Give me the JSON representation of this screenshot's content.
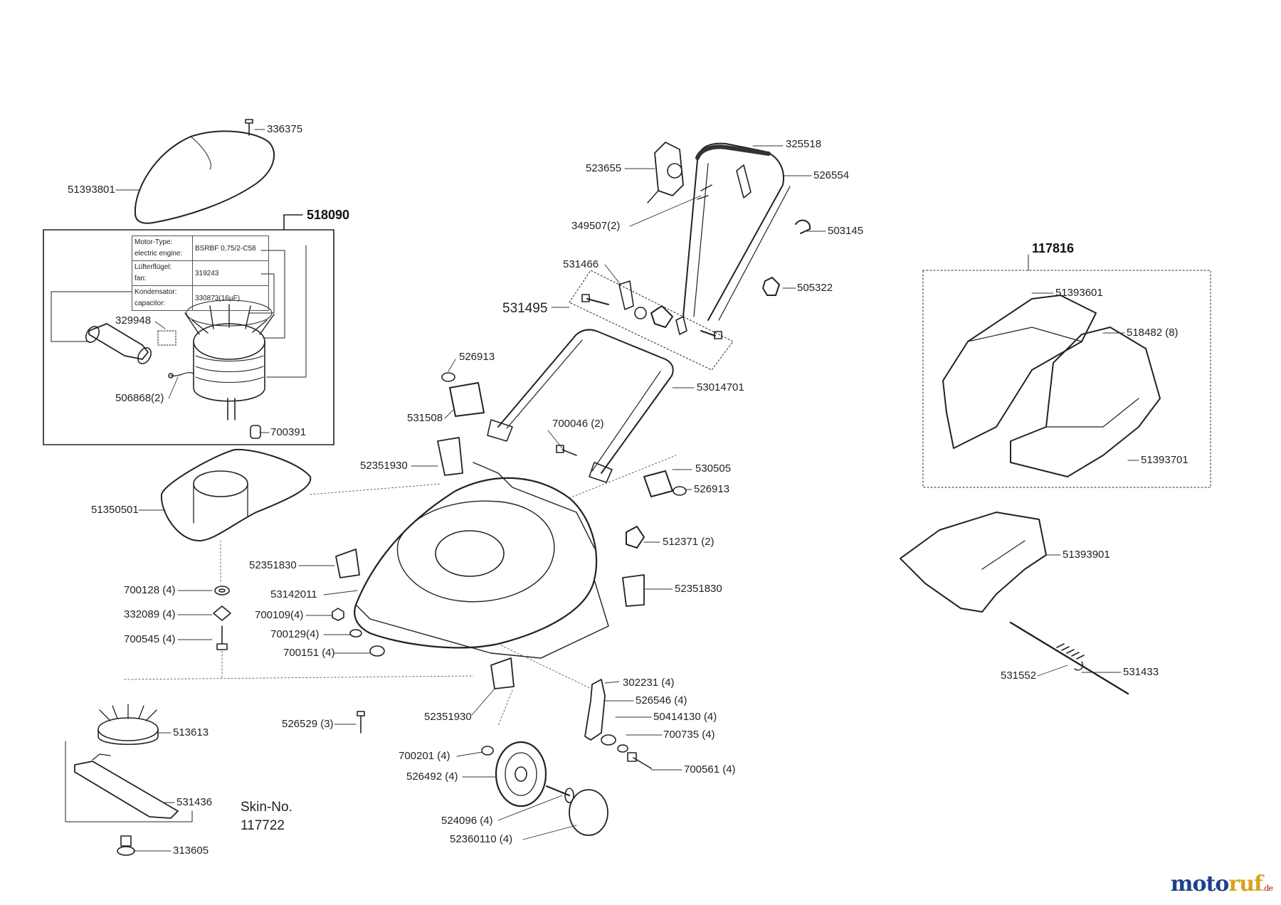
{
  "title": "",
  "assemblies": {
    "motor": "518090",
    "grass_box": "117816"
  },
  "motor_spec": [
    {
      "label": "Motor-Type:",
      "label2": "electric engine:",
      "value": "BSRBF 0,75/2-C58"
    },
    {
      "label": "Lüfterflügel:",
      "label2": "fan:",
      "value": "319243"
    },
    {
      "label": "Kondensator:",
      "label2": "capacitor:",
      "value": "330873(16µF)"
    }
  ],
  "skin": {
    "line1": "Skin-No.",
    "line2": "117722"
  },
  "parts": {
    "p336375": "336375",
    "p51393801": "51393801",
    "p329948": "329948",
    "p506868": "506868(2)",
    "p700391": "700391",
    "p51350501": "51350501",
    "p700128": "700128 (4)",
    "p332089": "332089 (4)",
    "p700545": "700545 (4)",
    "p513613": "513613",
    "p531436": "531436",
    "p313605": "313605",
    "p523655": "523655",
    "p325518": "325518",
    "p526554": "526554",
    "p349507": "349507(2)",
    "p503145": "503145",
    "p531466": "531466",
    "p531495": "531495",
    "p505322": "505322",
    "p526913a": "526913",
    "p531508": "531508",
    "p53014701": "53014701",
    "p700046": "700046 (2)",
    "p52351930a": "52351930",
    "p530505": "530505",
    "p526913b": "526913",
    "p512371": "512371 (2)",
    "p52351830a": "52351830",
    "p53142011": "53142011",
    "p52351830b": "52351830",
    "p700109": "700109(4)",
    "p700129": "700129(4)",
    "p700151": "700151 (4)",
    "p302231": "302231 (4)",
    "p526546": "526546 (4)",
    "p50414130": "50414130 (4)",
    "p700735": "700735 (4)",
    "p700561": "700561 (4)",
    "p526529": "526529 (3)",
    "p52351930b": "52351930",
    "p700201": "700201 (4)",
    "p526492": "526492 (4)",
    "p524096": "524096 (4)",
    "p52360110": "52360110 (4)",
    "p51393601": "51393601",
    "p518482": "518482 (8)",
    "p51393701": "51393701",
    "p51393901": "51393901",
    "p531552": "531552",
    "p531433": "531433"
  },
  "logo": {
    "part1": "moto",
    "part2": "ruf",
    "tld": ".de",
    "color1": "#1f3f8f",
    "color2": "#d9a11b"
  }
}
